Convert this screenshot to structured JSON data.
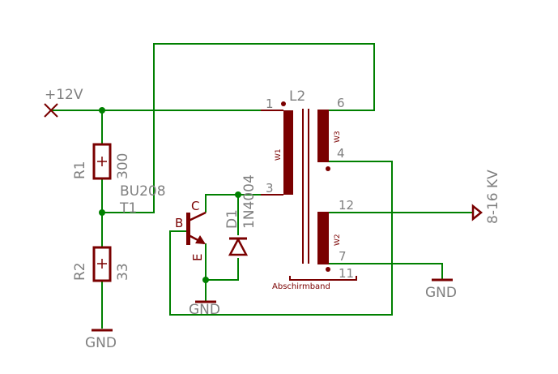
{
  "colors": {
    "wire": "#008000",
    "component": "#7a0000",
    "label": "#7f7f7f",
    "background": "#ffffff"
  },
  "supply": {
    "label": "+12V"
  },
  "r1": {
    "name": "R1",
    "value": "300"
  },
  "r2": {
    "name": "R2",
    "value": "33"
  },
  "transistor": {
    "name": "T1",
    "part": "BU208",
    "base": "B",
    "collector": "C",
    "emitter": "E"
  },
  "diode": {
    "name": "D1",
    "part": "1N4004"
  },
  "transformer": {
    "name": "L2",
    "shield": "Abschirmband",
    "w1": {
      "label": "W1",
      "pin_top": "1",
      "pin_bottom": "3"
    },
    "w3": {
      "label": "W3",
      "pin_top": "6",
      "pin_bottom": "4"
    },
    "w2": {
      "label": "W2",
      "pin_top": "12",
      "pin_bottom": "7",
      "pin_shield": "11"
    }
  },
  "output": {
    "label": "8-16 KV"
  },
  "grounds": [
    "GND",
    "GND",
    "GND"
  ]
}
